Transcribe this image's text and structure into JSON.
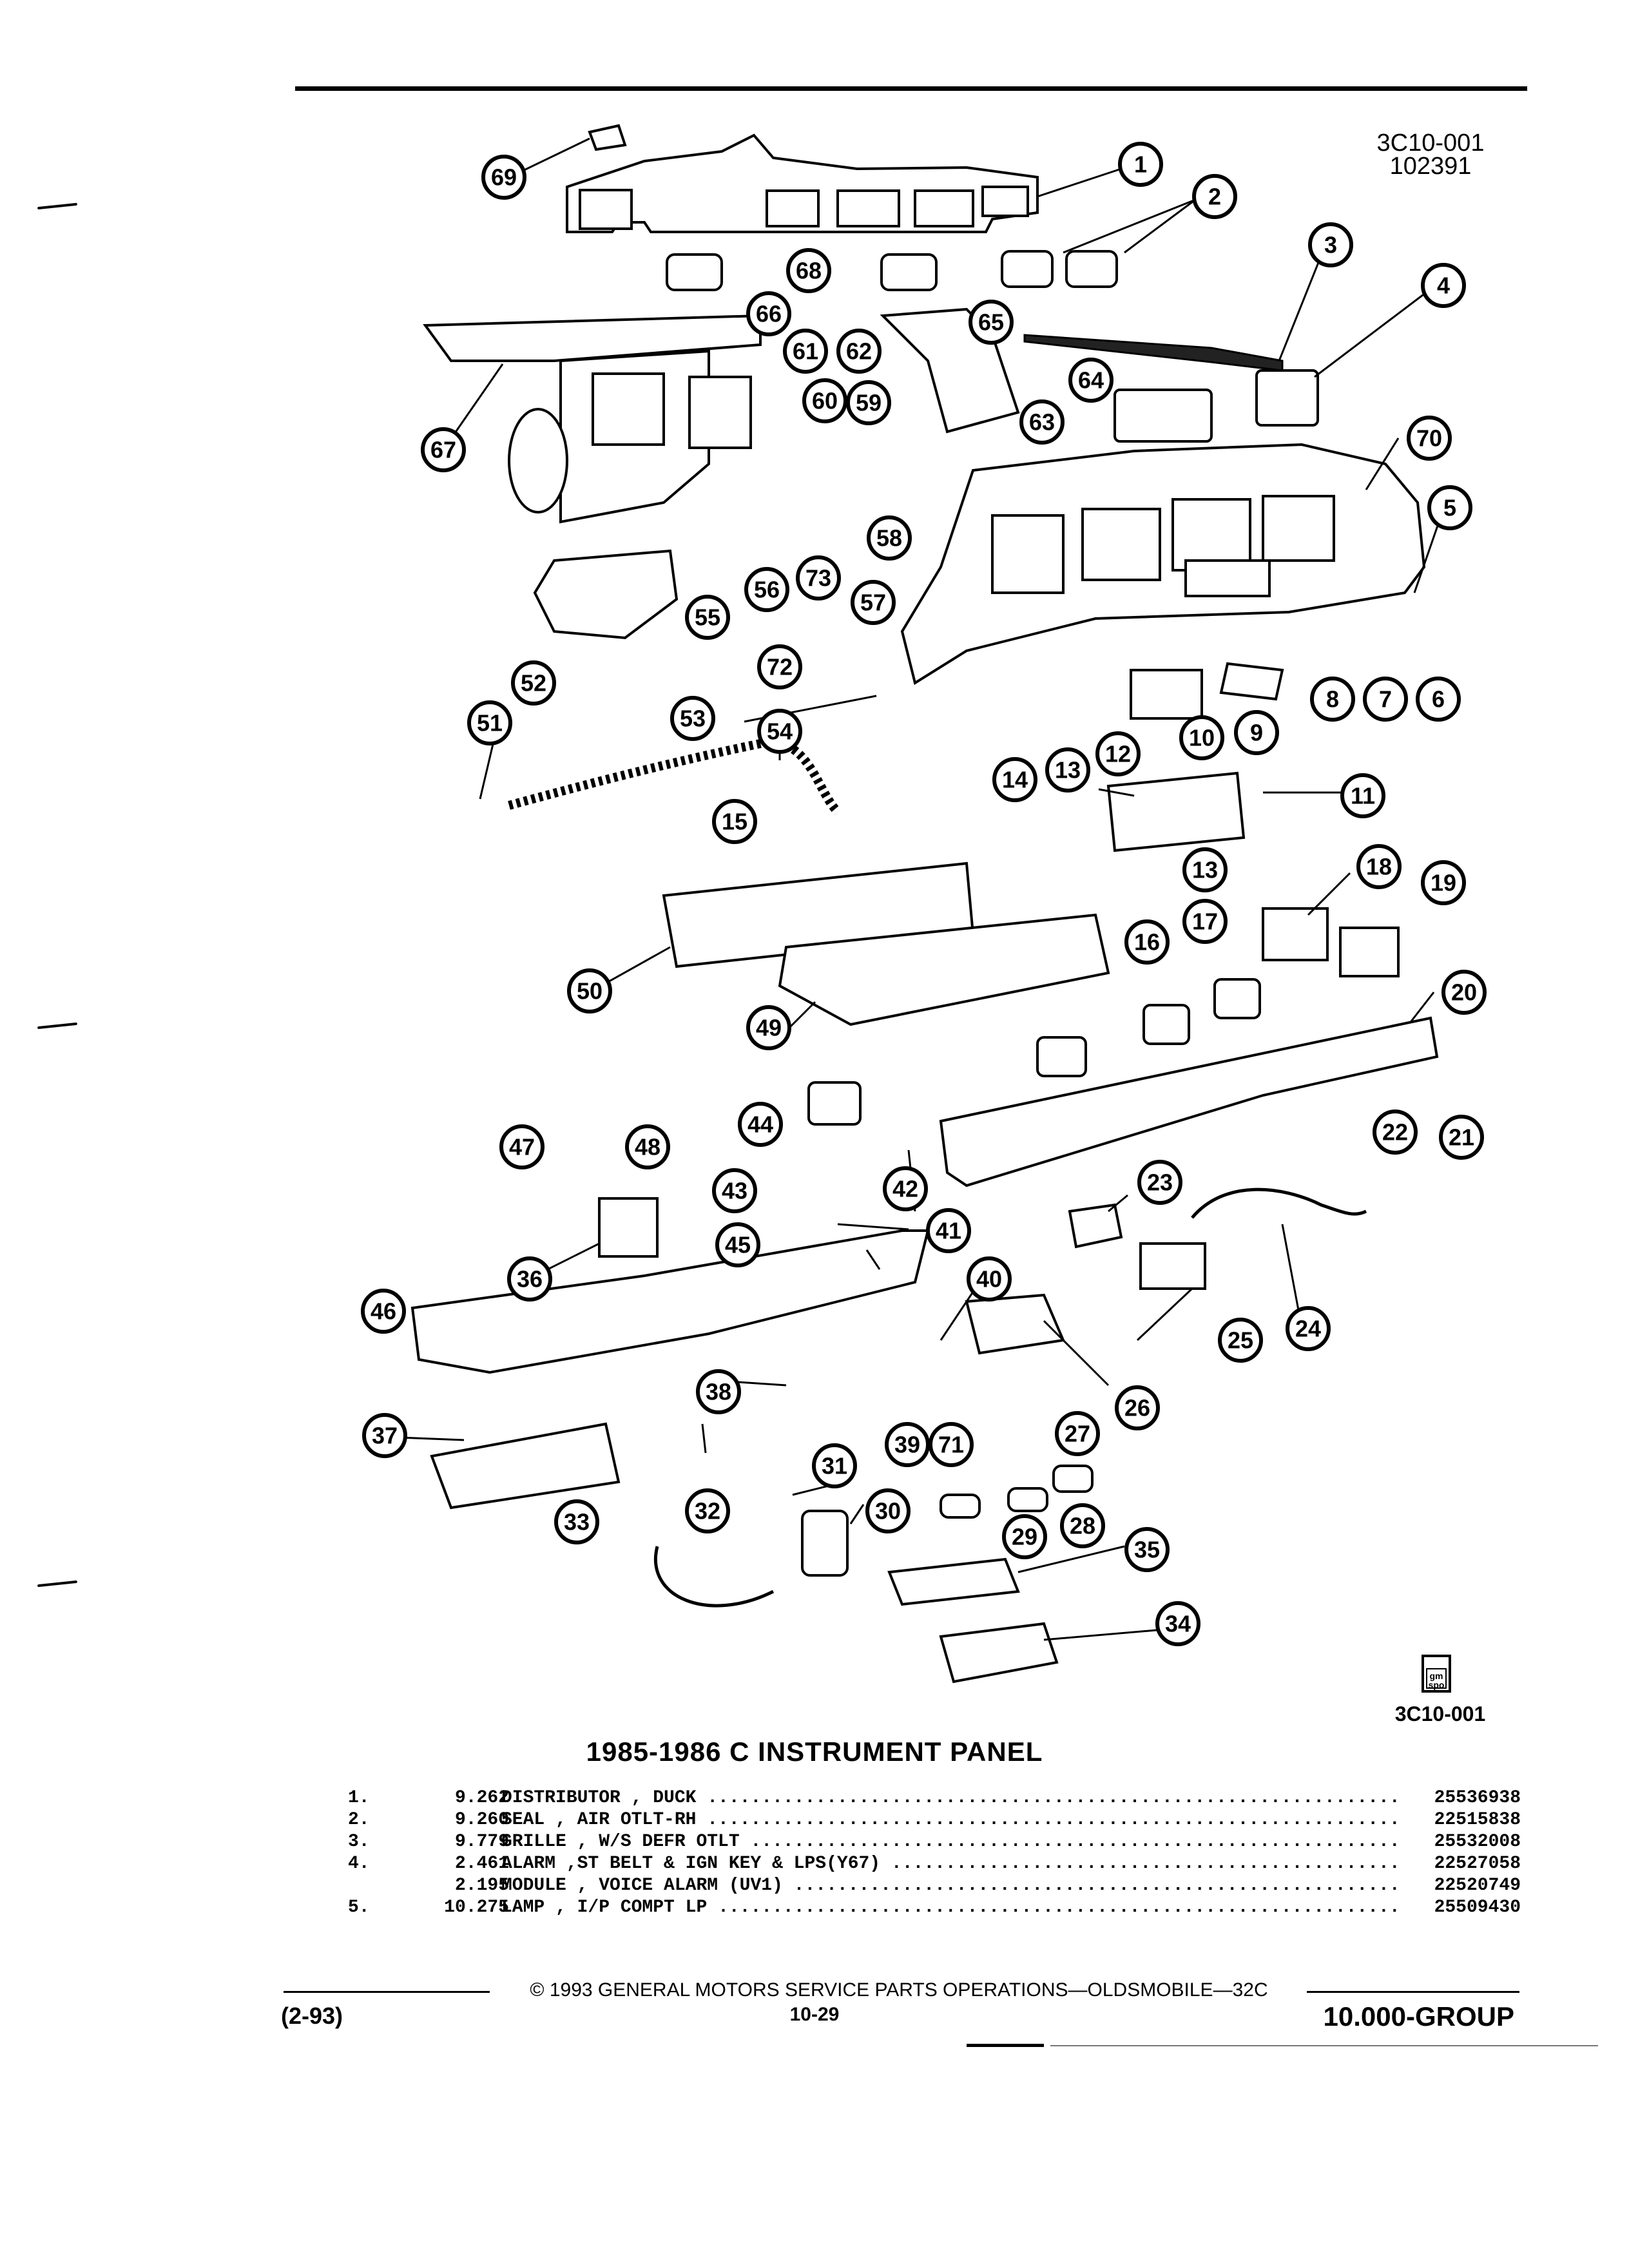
{
  "header": {
    "figure_code": "3C10-001",
    "figure_date": "102391"
  },
  "figure": {
    "callouts": [
      "1",
      "2",
      "3",
      "4",
      "5",
      "6",
      "7",
      "8",
      "9",
      "10",
      "11",
      "12",
      "13",
      "14",
      "15",
      "16",
      "17",
      "18",
      "19",
      "20",
      "21",
      "22",
      "23",
      "24",
      "25",
      "26",
      "27",
      "28",
      "29",
      "30",
      "31",
      "32",
      "33",
      "34",
      "35",
      "36",
      "37",
      "38",
      "39",
      "40",
      "41",
      "42",
      "43",
      "44",
      "45",
      "46",
      "47",
      "48",
      "49",
      "50",
      "51",
      "52",
      "53",
      "54",
      "55",
      "56",
      "57",
      "58",
      "59",
      "60",
      "61",
      "62",
      "63",
      "64",
      "65",
      "66",
      "67",
      "68",
      "69",
      "70",
      "71",
      "72",
      "73"
    ],
    "logo_text": "gm spo",
    "bottom_code": "3C10-001"
  },
  "title": "1985-1986 C INSTRUMENT PANEL",
  "parts": [
    {
      "num": "1.",
      "ref": "9.262",
      "desc": "DISTRIBUTOR , DUCK",
      "part_no": "25536938"
    },
    {
      "num": "2.",
      "ref": "9.260",
      "desc": "SEAL , AIR OTLT-RH",
      "part_no": "22515838"
    },
    {
      "num": "3.",
      "ref": "9.779",
      "desc": "GRILLE , W/S DEFR OTLT",
      "part_no": "25532008"
    },
    {
      "num": "4.",
      "ref": "2.461",
      "desc": "ALARM ,ST BELT & IGN KEY & LPS(Y67)",
      "part_no": "22527058"
    },
    {
      "num": "",
      "ref": "2.195",
      "desc": "MODULE , VOICE ALARM (UV1)",
      "part_no": "22520749"
    },
    {
      "num": "5.",
      "ref": "10.275",
      "desc": "LAMP , I/P COMPT LP",
      "part_no": "25509430"
    }
  ],
  "footer": {
    "copyright": "© 1993 GENERAL MOTORS SERVICE PARTS OPERATIONS—OLDSMOBILE—32C",
    "date_code": "(2-93)",
    "page": "10-29",
    "group": "10.000-GROUP"
  }
}
